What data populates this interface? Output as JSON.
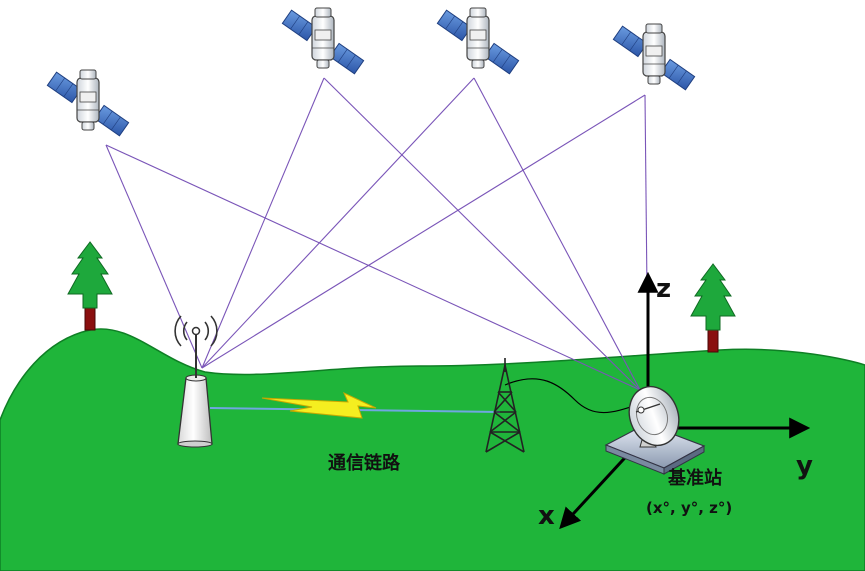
{
  "labels": {
    "axis_z": "z",
    "axis_y": "y",
    "axis_x": "x",
    "base_station": "基准站",
    "base_coords": "(x°,  y°,  z°)",
    "comm_link": "通信链路"
  },
  "icons": [
    "satellite-icon",
    "tree-icon",
    "mobile-receiver-icon",
    "radio-tower-icon",
    "base-station-antenna-icon"
  ],
  "colors": {
    "ground": "#1fb53a",
    "ground_edge": "#0f7f25",
    "signal_line": "#7a55b8",
    "lightning": "#f5ee20",
    "tree": "#1ea83c",
    "trunk": "#8a0f0f",
    "solar_panel": "#4a78c8",
    "axis": "#000000"
  }
}
